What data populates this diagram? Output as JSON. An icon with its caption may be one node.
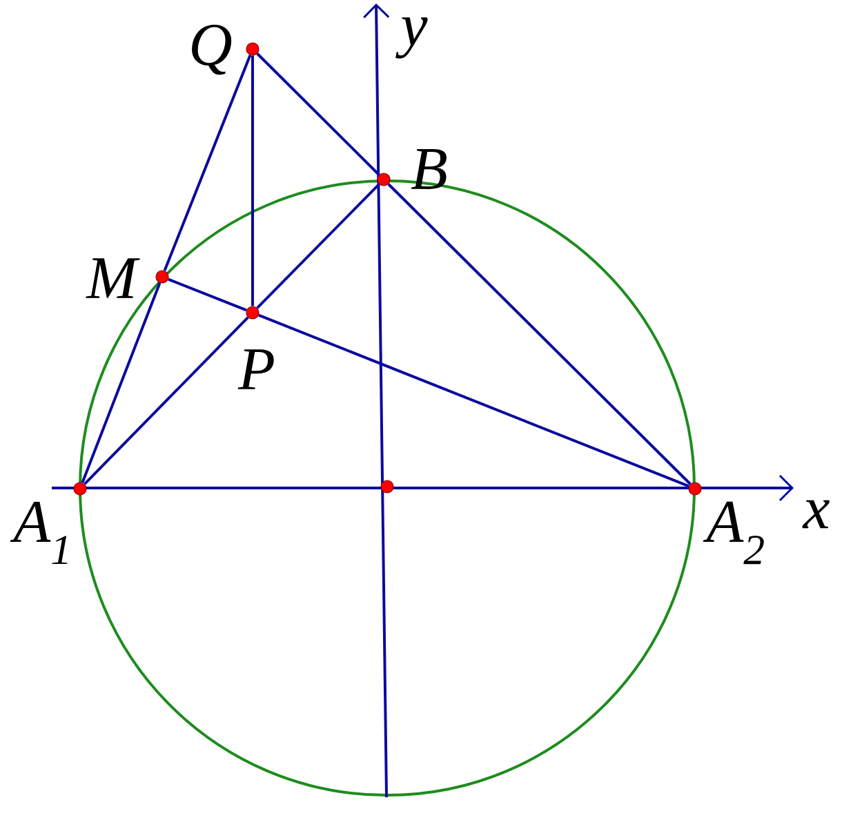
{
  "diagram": {
    "nodes": [
      {
        "text": [
          "Q"
        ]
      },
      {
        "text": [
          "B"
        ]
      },
      {
        "text": [
          "M"
        ]
      },
      {
        "text": [
          "P"
        ]
      },
      {
        "text": [
          "A$_{1}$"
        ]
      },
      {
        "text": [],
        "shape": "circle"
      },
      {
        "text": [
          "A$_{2}$"
        ]
      }
    ],
    "edges": [
      {
        "from": 0,
        "to": 2,
        "arrow": "none"
      },
      {
        "from": 2,
        "to": 4,
        "arrow": "none"
      },
      {
        "from": 0,
        "to": 1,
        "arrow": "none"
      },
      {
        "from": 1,
        "to": 6,
        "arrow": "none"
      },
      {
        "from": 0,
        "to": 3,
        "arrow": "none"
      },
      {
        "from": 4,
        "to": 3,
        "arrow": "none"
      },
      {
        "from": 3,
        "to": 1,
        "arrow": "none"
      },
      {
        "from": 2,
        "to": 3,
        "arrow": "none"
      },
      {
        "from": 3,
        "to": 6,
        "arrow": "none"
      }
    ],
    "labels": [
      "y",
      "x"
    ]
  }
}
